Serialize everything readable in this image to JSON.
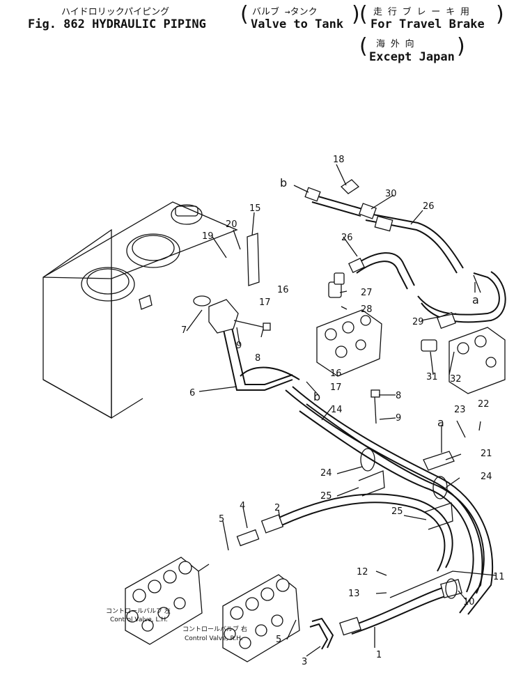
{
  "header": {
    "title_jp": "ハイドロリックパイピング",
    "title_en": "Fig. 862 HYDRAULIC PIPING",
    "sub1_jp": "バルブ →タンク",
    "sub1_en": "Valve to Tank",
    "sub2_jp": "走 行 ブ レ ー キ 用",
    "sub2_en": "For Travel Brake",
    "sub3_jp": "海 外 向",
    "sub3_en": "Except Japan"
  },
  "labels": {
    "cv_lh_jp": "コントロールバルブ 左",
    "cv_lh_en": "Control Valve, L.H.",
    "cv_rh_jp": "コントロールバルブ 右",
    "cv_rh_en": "Control Valve, R.H.",
    "ref_a": "a",
    "ref_b": "b"
  },
  "callouts": {
    "c1": "1",
    "c2": "2",
    "c3": "3",
    "c4": "4",
    "c5a": "5",
    "c5b": "5",
    "c6": "6",
    "c7": "7",
    "c8a": "8",
    "c8b": "8",
    "c9a": "9",
    "c9b": "9",
    "c10": "10",
    "c11": "11",
    "c12": "12",
    "c13": "13",
    "c14": "14",
    "c15": "15",
    "c16a": "16",
    "c16b": "16",
    "c17a": "17",
    "c17b": "17",
    "c18": "18",
    "c19": "19",
    "c20": "20",
    "c21": "21",
    "c22": "22",
    "c23": "23",
    "c24a": "24",
    "c24b": "24",
    "c25a": "25",
    "c25b": "25",
    "c26a": "26",
    "c26b": "26",
    "c27": "27",
    "c28": "28",
    "c29": "29",
    "c30": "30",
    "c31": "31",
    "c32": "32"
  }
}
